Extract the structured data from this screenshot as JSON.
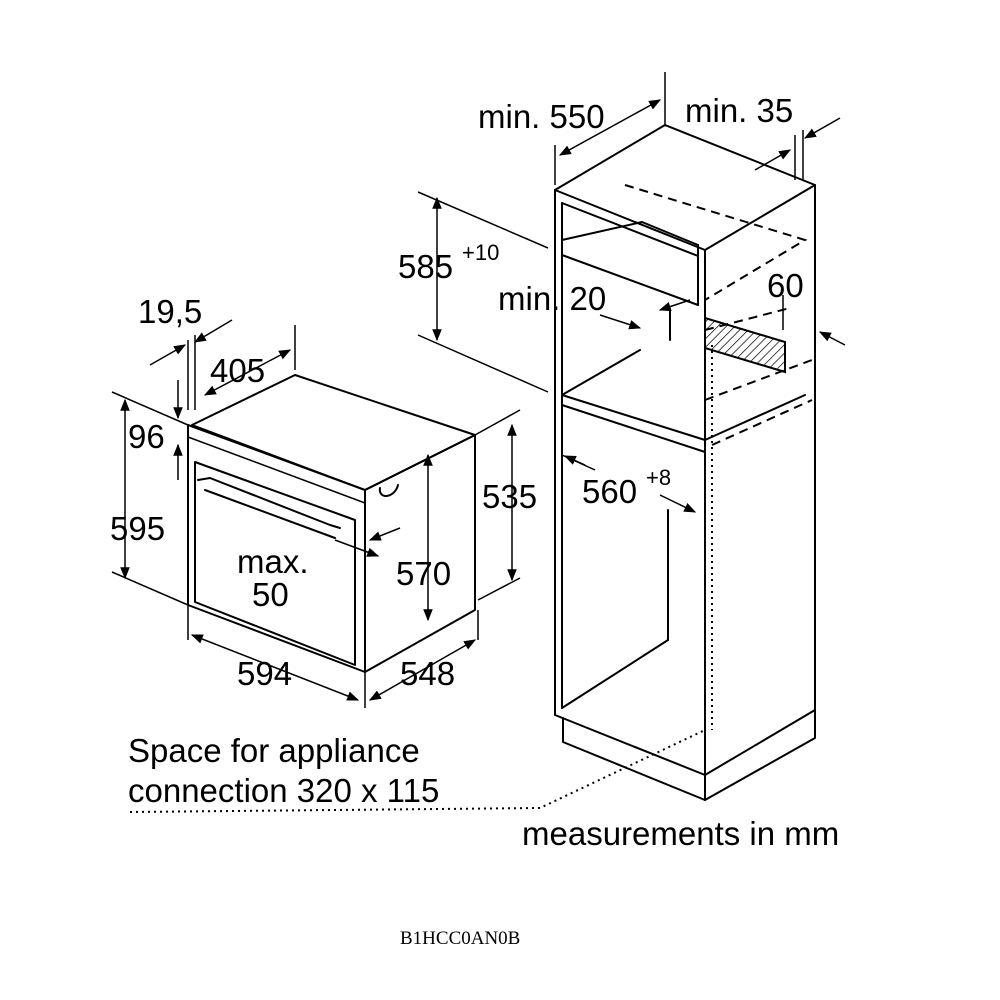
{
  "oven": {
    "dims": {
      "d19_5": "19,5",
      "d405": "405",
      "d96": "96",
      "d595": "595",
      "max": "max.",
      "d50": "50",
      "d570": "570",
      "d535": "535",
      "d594": "594",
      "d548": "548"
    }
  },
  "cabinet": {
    "dims": {
      "min550": "min. 550",
      "min35": "min. 35",
      "d585": "585",
      "d585_tol": "+10",
      "min20": "min. 20",
      "d60": "60",
      "d560": "560",
      "d560_tol": "+8"
    }
  },
  "notes": {
    "connection_line1": "Space for appliance",
    "connection_line2": "connection 320 x 115",
    "units": "measurements in mm"
  },
  "model_code": "B1HCC0AN0B"
}
